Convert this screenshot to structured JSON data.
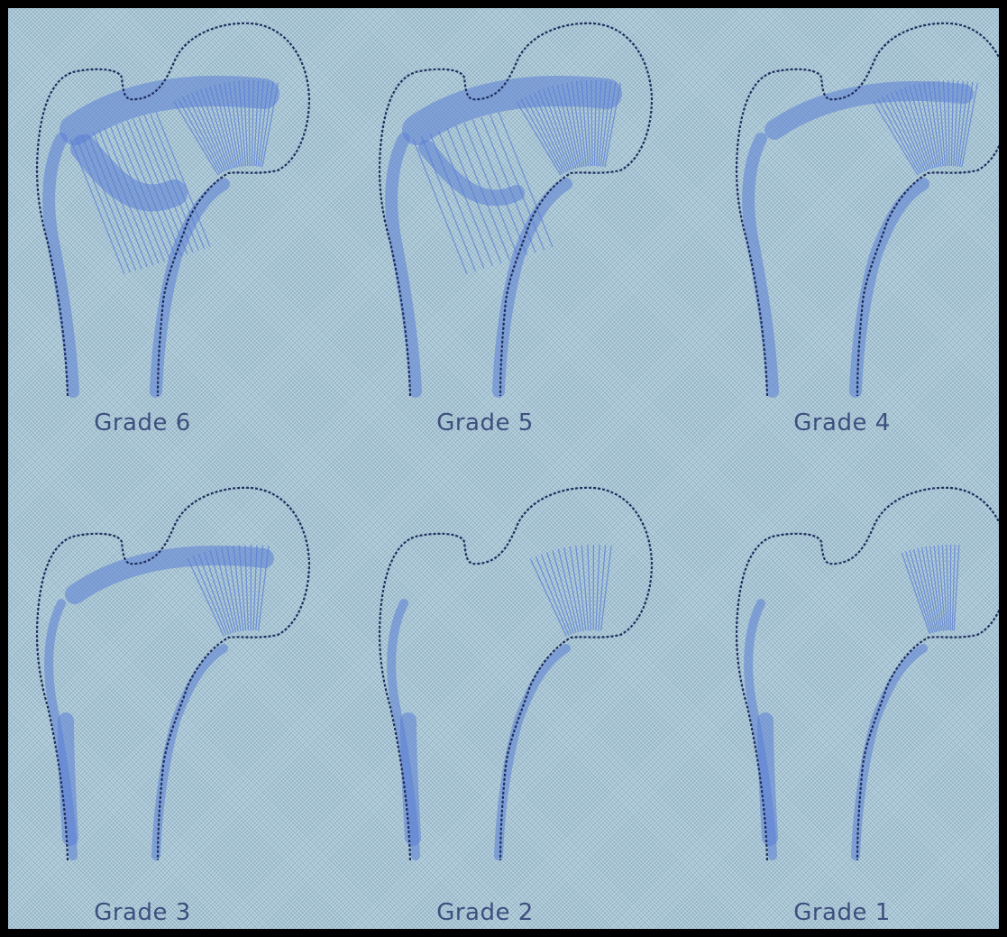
{
  "figure": {
    "colors": {
      "background": "#b9d3de",
      "outline": "#1f2f5e",
      "trabecula": "#5b7fd6",
      "label": "#3e4f7e"
    },
    "panels": [
      {
        "label": "Grade 6",
        "grade": 6
      },
      {
        "label": "Grade 5",
        "grade": 5
      },
      {
        "label": "Grade 4",
        "grade": 4
      },
      {
        "label": "Grade 3",
        "grade": 3
      },
      {
        "label": "Grade 2",
        "grade": 2
      },
      {
        "label": "Grade 1",
        "grade": 1
      }
    ]
  }
}
